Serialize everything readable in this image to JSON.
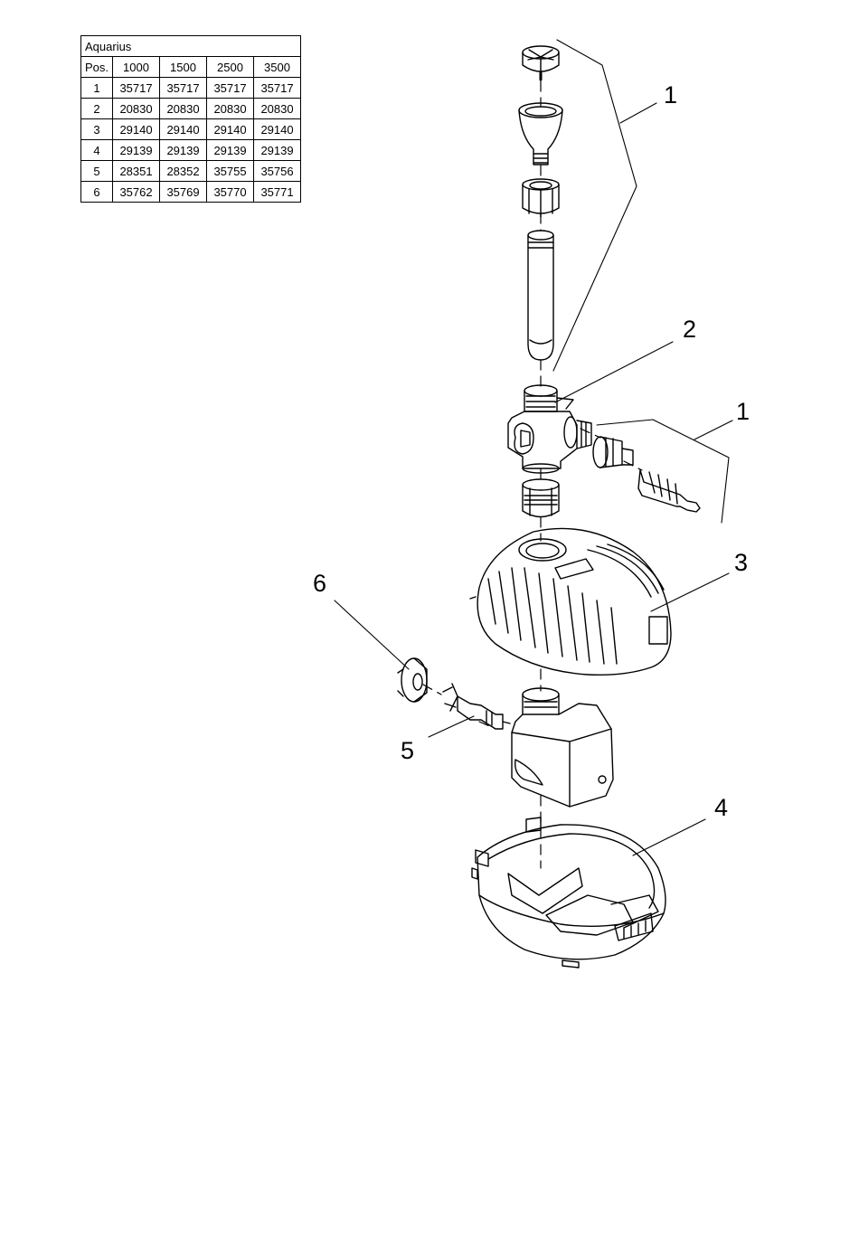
{
  "table": {
    "title": "Aquarius",
    "header": [
      "Pos.",
      "1000",
      "1500",
      "2500",
      "3500"
    ],
    "rows": [
      [
        "1",
        "35717",
        "35717",
        "35717",
        "35717"
      ],
      [
        "2",
        "20830",
        "20830",
        "20830",
        "20830"
      ],
      [
        "3",
        "29140",
        "29140",
        "29140",
        "29140"
      ],
      [
        "4",
        "29139",
        "29139",
        "29139",
        "29139"
      ],
      [
        "5",
        "28351",
        "28352",
        "35755",
        "35756"
      ],
      [
        "6",
        "35762",
        "35769",
        "35770",
        "35771"
      ]
    ]
  },
  "callouts": {
    "c1_top": "1",
    "c2": "2",
    "c1_side": "1",
    "c3": "3",
    "c6": "6",
    "c5": "5",
    "c4": "4"
  }
}
